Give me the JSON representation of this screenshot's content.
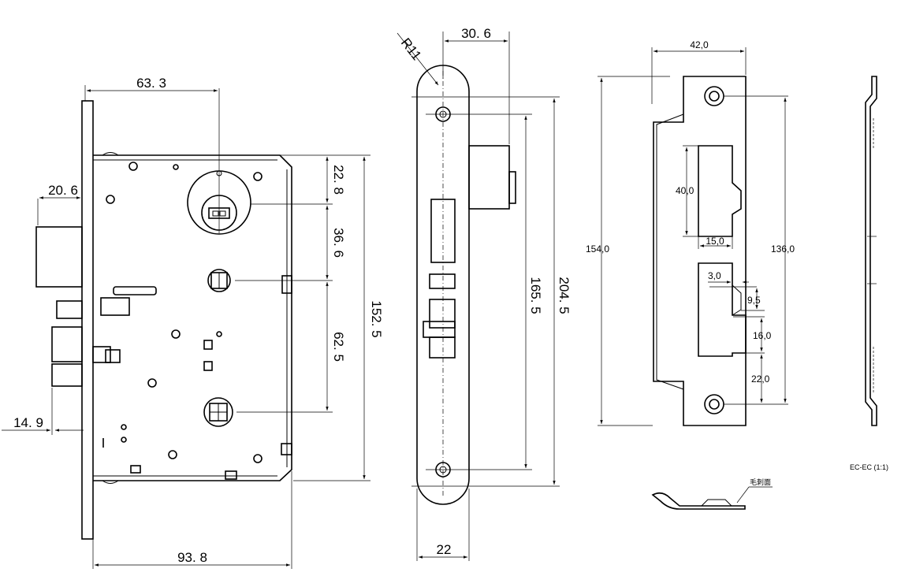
{
  "lock_body": {
    "dims": {
      "top_width": "63. 3",
      "bolt_projection": "20. 6",
      "latch_offset": "14. 9",
      "bottom_width": "93. 8",
      "seg_top": "22. 8",
      "seg_mid": "36. 6",
      "seg_low": "62. 5",
      "overall_height": "152. 5"
    }
  },
  "faceplate": {
    "dims": {
      "radius": "R11",
      "backset": "30. 6",
      "hole_spacing": "165. 5",
      "overall_height": "204. 5",
      "width": "22"
    }
  },
  "strike_plate": {
    "dims": {
      "width": "42,0",
      "overall_height": "154,0",
      "hole_spacing": "136,0",
      "opening_height": "40,0",
      "opening_width": "15,0",
      "notch_a": "3,0",
      "notch_b": "9,5",
      "notch_c": "16,0",
      "notch_d": "22,0"
    }
  },
  "strike_section": {
    "burr_note": "毛刺面",
    "scale_note": "EC-EC (1:1)"
  }
}
